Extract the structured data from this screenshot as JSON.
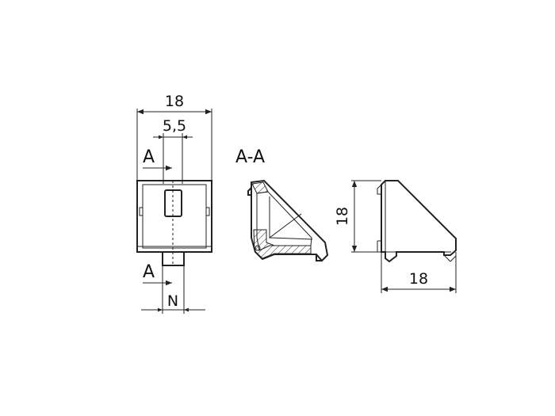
{
  "front_view": {
    "width_dim": "18",
    "hole_dim": "5,5",
    "section_mark_top": "A",
    "section_mark_bottom": "A",
    "slot_dim": "N"
  },
  "section_view": {
    "title": "A-A"
  },
  "side_view": {
    "height_dim": "18",
    "width_dim": "18"
  }
}
